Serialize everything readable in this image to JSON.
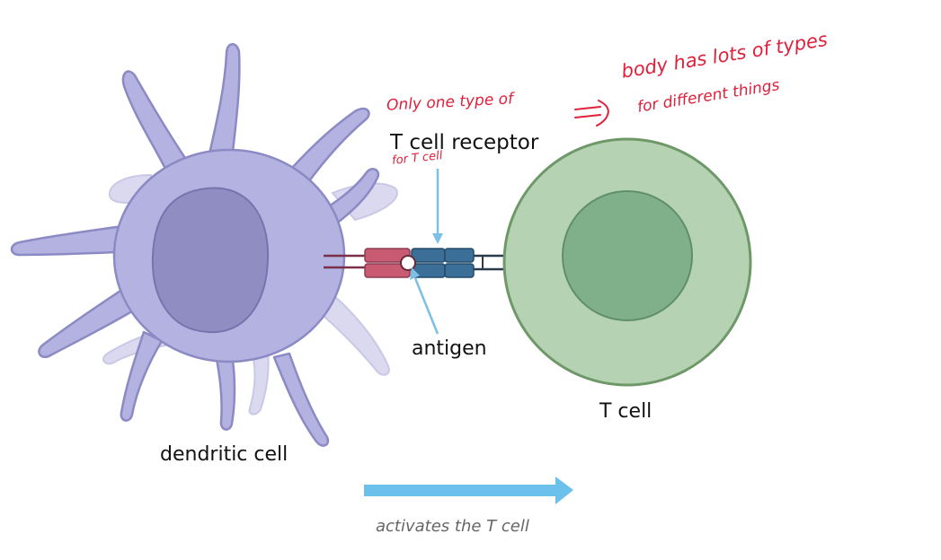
{
  "labels": {
    "receptor": "T cell receptor",
    "antigen": "antigen",
    "dendritic": "dendritic cell",
    "tcell": "T cell",
    "caption": "activates the T cell"
  },
  "annotations": {
    "only_one": "Only one type of",
    "for_t_cell": "for T cell",
    "body_has": "body has lots of types",
    "for_different": "for different things"
  },
  "colors": {
    "dendritic_body": "#b3b2e0",
    "dendritic_shadow": "#d6d5ee",
    "dendritic_outline": "#8c8ac4",
    "dendritic_nucleus": "#8f8dc2",
    "tcell_outer": "#b5d3b3",
    "tcell_outline": "#6f9869",
    "tcell_nucleus": "#7fb08a",
    "mhc": "#c85a72",
    "receptor": "#3c6f98",
    "pointer": "#7cc0e6",
    "activation_arrow": "#6cc0ec",
    "annotation": "#e0203a"
  }
}
